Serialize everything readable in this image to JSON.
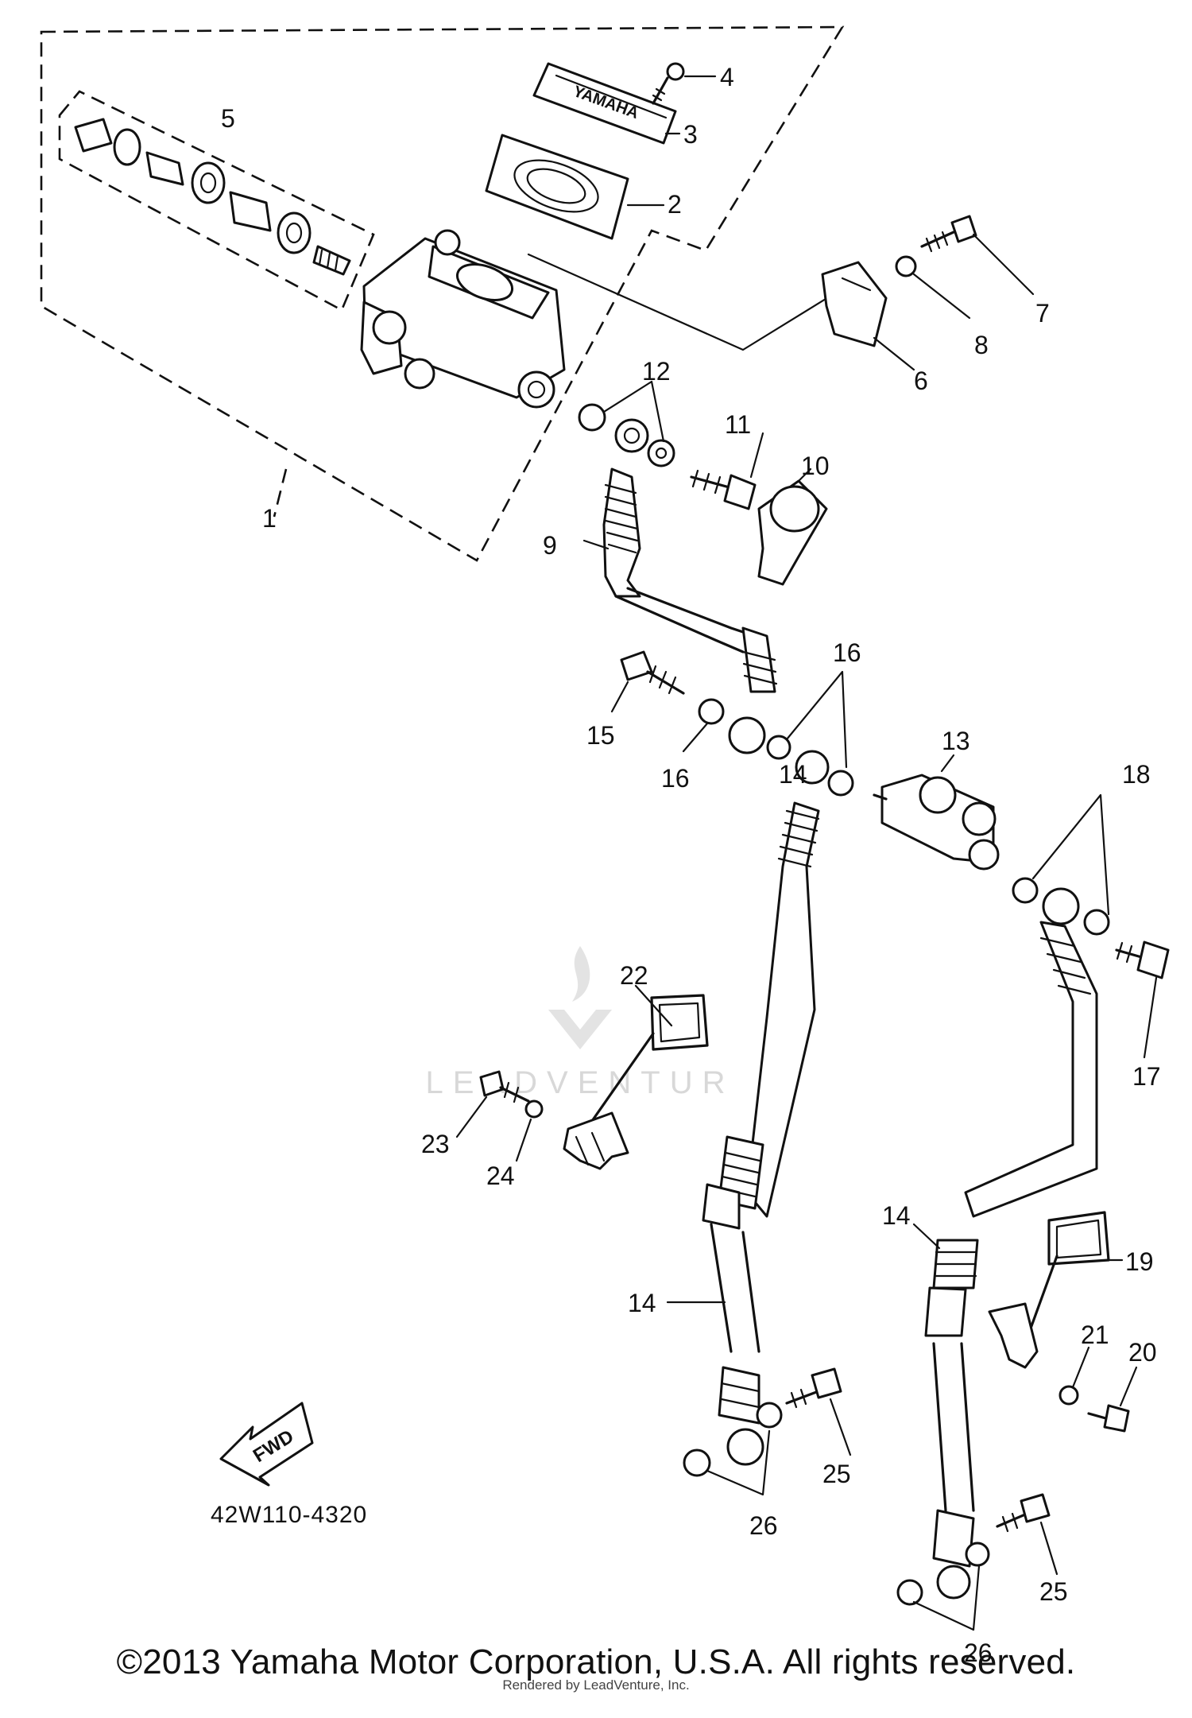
{
  "diagram": {
    "drawing_code": "42W110-4320",
    "fwd_label": "FWD",
    "brand_stamp": "YAMAHA",
    "watermark": "LEADVENTUR",
    "callouts": [
      "1",
      "2",
      "3",
      "4",
      "5",
      "6",
      "7",
      "8",
      "9",
      "10",
      "11",
      "12",
      "13",
      "14",
      "14",
      "14",
      "15",
      "16",
      "16",
      "16",
      "17",
      "18",
      "19",
      "20",
      "21",
      "22",
      "23",
      "24",
      "25",
      "25",
      "26",
      "26"
    ]
  },
  "footer": {
    "copyright": "©2013 Yamaha Motor Corporation, U.S.A. All rights reserved.",
    "rendered_by": "Rendered by LeadVenture, Inc."
  }
}
